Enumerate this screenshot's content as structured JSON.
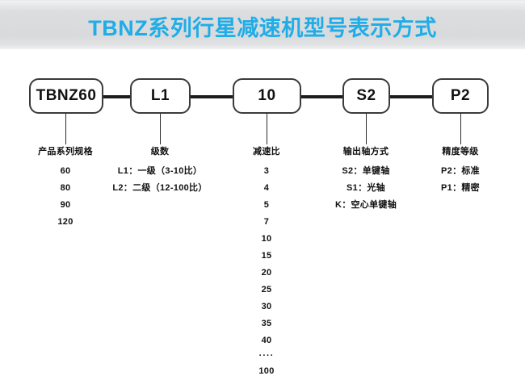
{
  "header": {
    "title": "TBNZ系列行星减速机型号表示方式",
    "title_color": "#1FADE8",
    "band_color": "#DCDDDF"
  },
  "diagram": {
    "line_color": "#1C1C1C",
    "box_border_color": "#3A3A3A",
    "nodes": [
      {
        "label": "TBNZ60"
      },
      {
        "label": "L1"
      },
      {
        "label": "10"
      },
      {
        "label": "S2"
      },
      {
        "label": "P2"
      }
    ],
    "columns": [
      {
        "heading": "产品系列规格",
        "items": [
          "60",
          "80",
          "90",
          "120"
        ]
      },
      {
        "heading": "级数",
        "items": [
          "L1：一级（3-10比）",
          "L2：二级（12-100比）"
        ]
      },
      {
        "heading": "减速比",
        "items": [
          "3",
          "4",
          "5",
          "7",
          "10",
          "15",
          "20",
          "25",
          "30",
          "35",
          "40",
          "····",
          "100"
        ]
      },
      {
        "heading": "输出轴方式",
        "items": [
          "S2：单键轴",
          "S1：光轴",
          "K：空心单键轴"
        ]
      },
      {
        "heading": "精度等级",
        "items": [
          "P2：标准",
          "P1：精密"
        ]
      }
    ]
  }
}
